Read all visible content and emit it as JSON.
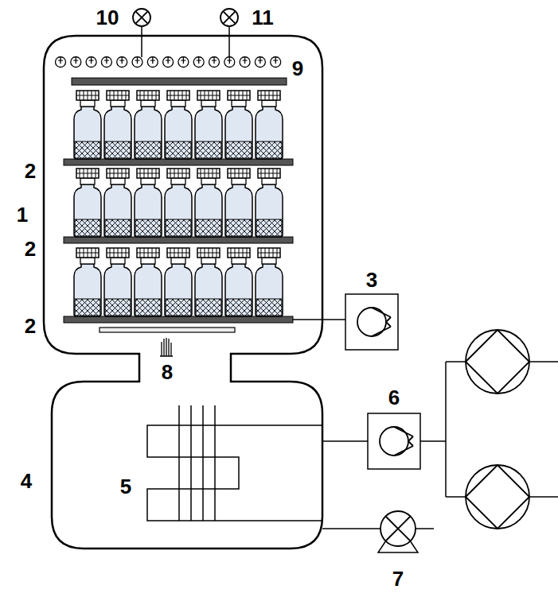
{
  "diagram": {
    "labels": [
      "10",
      "11",
      "9",
      "1",
      "2",
      "2",
      "2",
      "3",
      "8",
      "6",
      "4",
      "5",
      "7"
    ]
  }
}
